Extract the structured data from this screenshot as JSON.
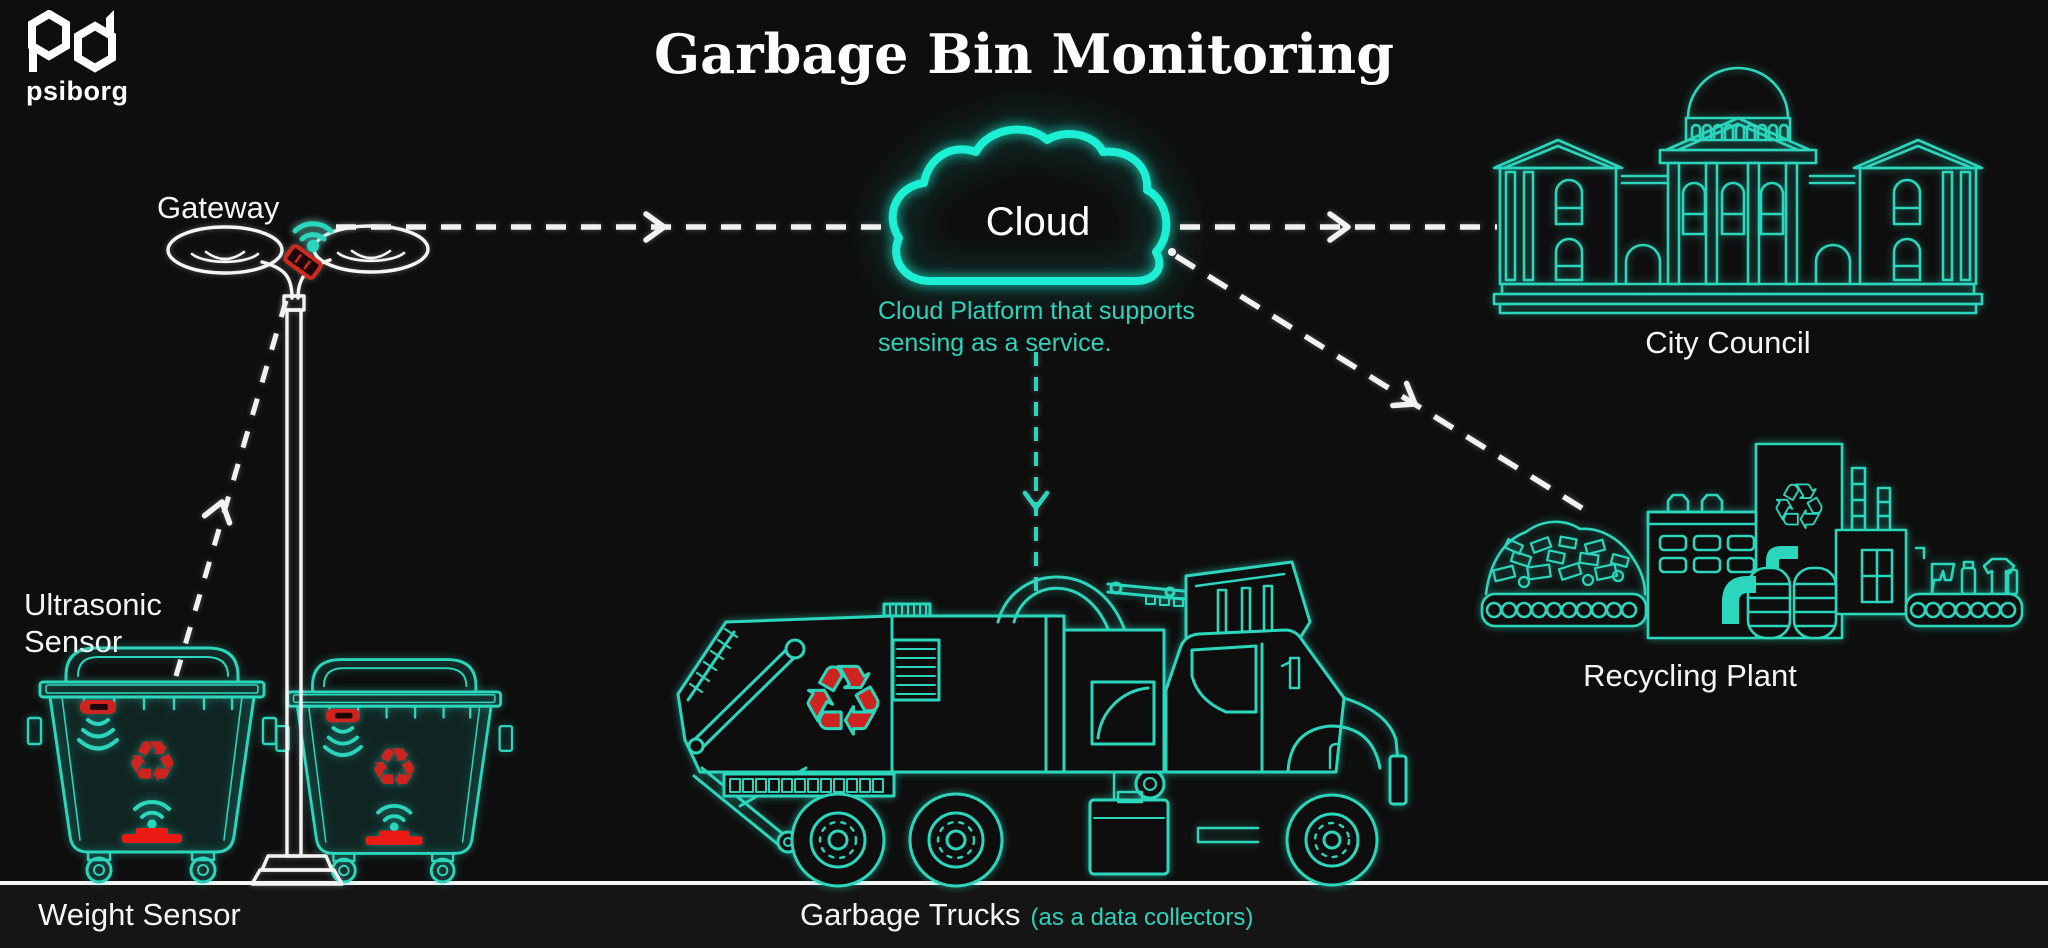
{
  "brand": {
    "name": "psiborg"
  },
  "title": "Garbage Bin Monitoring",
  "diagram": {
    "gateway": {
      "label": "Gateway"
    },
    "cloud": {
      "label": "Cloud",
      "caption_line1": "Cloud Platform that supports",
      "caption_line2": "sensing as a service."
    },
    "city_council": {
      "label": "City Council"
    },
    "recycling_plant": {
      "label": "Recycling Plant"
    },
    "bins": {
      "ultrasonic_line1": "Ultrasonic",
      "ultrasonic_line2": "Sensor",
      "weight_label": "Weight Sensor"
    },
    "trucks": {
      "label": "Garbage Trucks",
      "sublabel": "(as a data collectors)"
    }
  },
  "icons": {
    "recycle_glyph": "♻︎"
  },
  "colors": {
    "bg": "#0e0e0e",
    "teal": "#2bd6bd",
    "cloud_teal": "#1cefd4",
    "red": "#cf2320",
    "red_bright": "#ec1a14",
    "white_text": "#f4f4f4",
    "teal_text": "#2dd3bc",
    "ground_strip": "#151515"
  }
}
